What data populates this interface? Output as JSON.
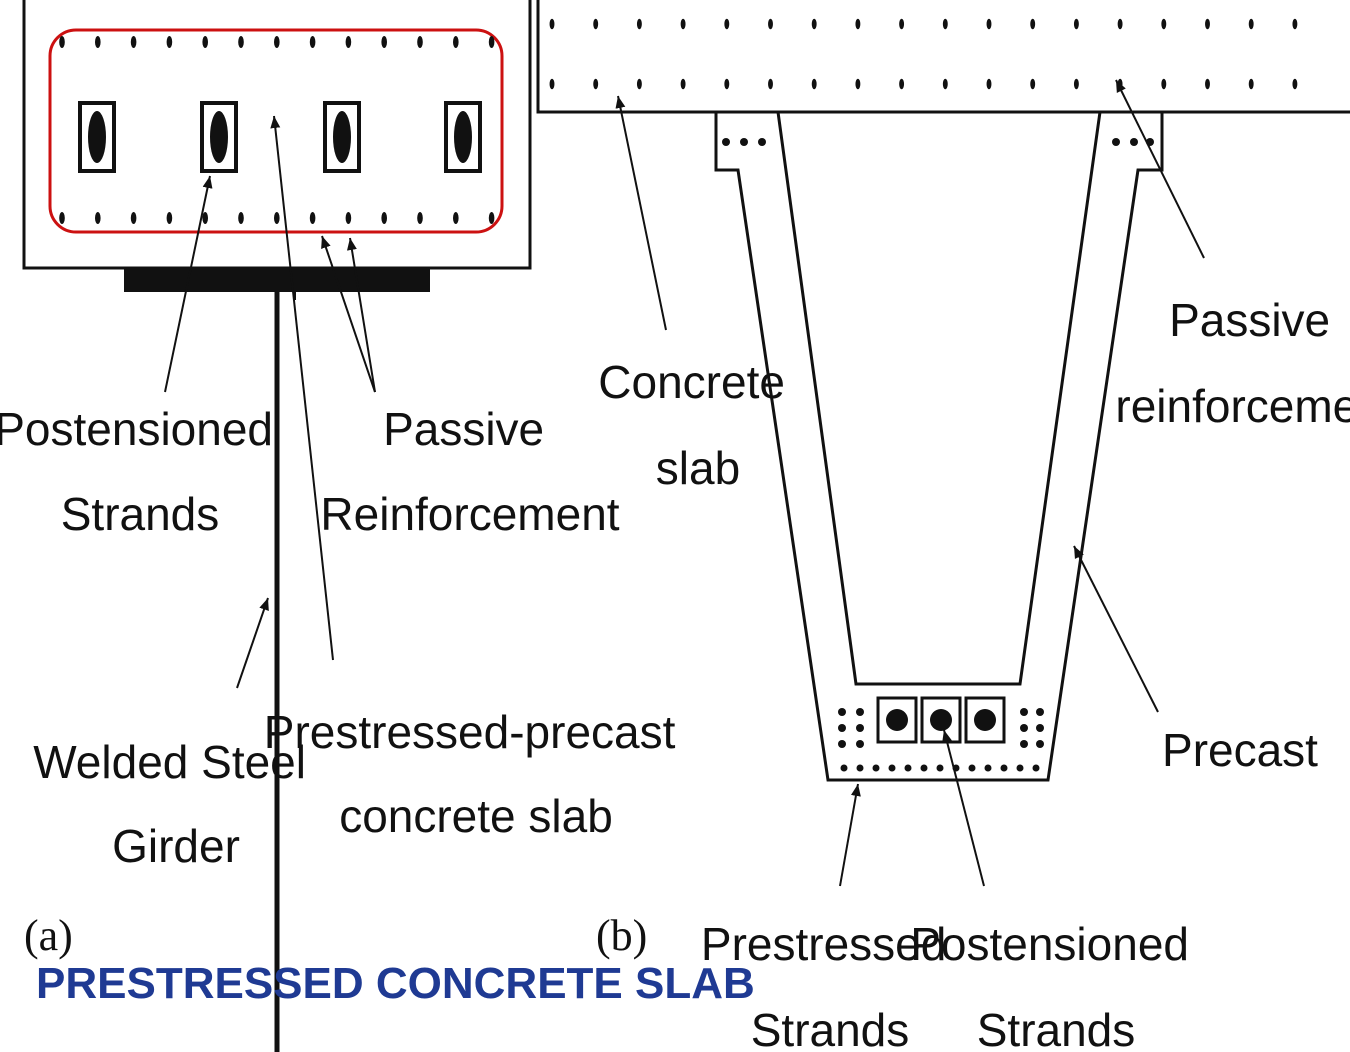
{
  "figure_a": {
    "tag": "(a)",
    "labels": {
      "postensioned_strands": [
        "Postensioned",
        "Strands"
      ],
      "passive_reinforcement": [
        "Passive",
        "Reinforcement"
      ],
      "welded_steel_girder": [
        "Welded Steel",
        "Girder"
      ],
      "prestressed_precast_slab": [
        "Prestressed-precast",
        "concrete slab"
      ]
    }
  },
  "figure_b": {
    "tag": "(b)",
    "labels": {
      "concrete_slab": [
        "Concrete",
        "slab"
      ],
      "passive_reinforcement": [
        "Passive",
        "reinforcement"
      ],
      "precast": [
        "Precast"
      ],
      "prestressed_strands": [
        "Prestressed",
        "Strands"
      ],
      "postensioned_strands": [
        "Postensioned",
        "Strands"
      ]
    }
  },
  "caption": "PRESTRESSED CONCRETE SLAB",
  "colors": {
    "ink": "#111111",
    "rebar_outline": "#cc1111",
    "caption": "#1f3a93"
  }
}
